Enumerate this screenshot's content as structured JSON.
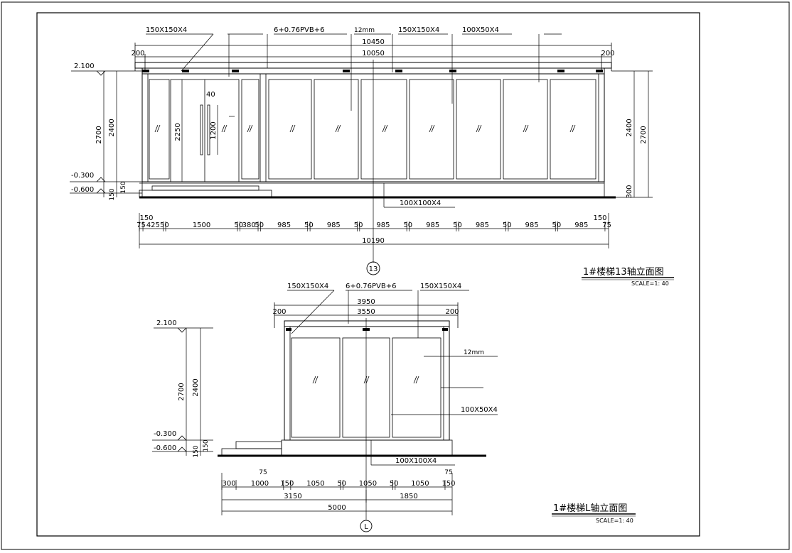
{
  "elev1": {
    "title": "1#楼梯13轴立面图",
    "scale": "SCALE=1: 40",
    "axis": "13",
    "callouts": {
      "steel150": "150X150X4",
      "glass_pvb": "6+0.76PVB+6",
      "glass12": "12mm",
      "steel150b": "150X150X4",
      "steel100x50": "100X50X4",
      "steel100x100": "100X100X4"
    },
    "top_dims": {
      "d1": "10450",
      "d2": "10050",
      "left": "200",
      "right": "200"
    },
    "levels": {
      "top": "2.100",
      "mid": "-0.300",
      "bot": "-0.600"
    },
    "left_dims": {
      "h2700": "2700",
      "h2400": "2400",
      "h150": "150",
      "h150b": "150"
    },
    "right_dims": {
      "h2400": "2400",
      "h2700": "2700",
      "h300": "300"
    },
    "door_dims": {
      "h2250": "2250",
      "h1200": "1200",
      "w40": "40"
    },
    "bottom_dims": [
      "75",
      "425",
      "50",
      "1500",
      "50",
      "380",
      "50",
      "985",
      "50",
      "985",
      "50",
      "985",
      "50",
      "985",
      "50",
      "985",
      "50",
      "985",
      "50",
      "985",
      "75"
    ],
    "bottom_extra": {
      "left150": "150",
      "right150": "150",
      "total": "10190"
    }
  },
  "elev2": {
    "title": "1#楼梯L轴立面图",
    "scale": "SCALE=1: 40",
    "axis": "L",
    "callouts": {
      "steel150": "150X150X4",
      "glass_pvb": "6+0.76PVB+6",
      "steel150b": "150X150X4",
      "glass12": "12mm",
      "steel100x50": "100X50X4",
      "steel100x100": "100X100X4"
    },
    "top_dims": {
      "d1": "3950",
      "d2": "3550",
      "left": "200",
      "right": "200"
    },
    "levels": {
      "top": "2.100",
      "mid": "-0.300",
      "bot": "-0.600"
    },
    "left_dims": {
      "h2700": "2700",
      "h2400": "2400",
      "h150": "150",
      "h150b": "150"
    },
    "bottom_dims": [
      "300",
      "1000",
      "150",
      "1050",
      "50",
      "1050",
      "50",
      "1050",
      "150"
    ],
    "bottom_extra": {
      "t75a": "75",
      "t75b": "75",
      "d3150": "3150",
      "d1850": "1850",
      "total": "5000"
    }
  }
}
